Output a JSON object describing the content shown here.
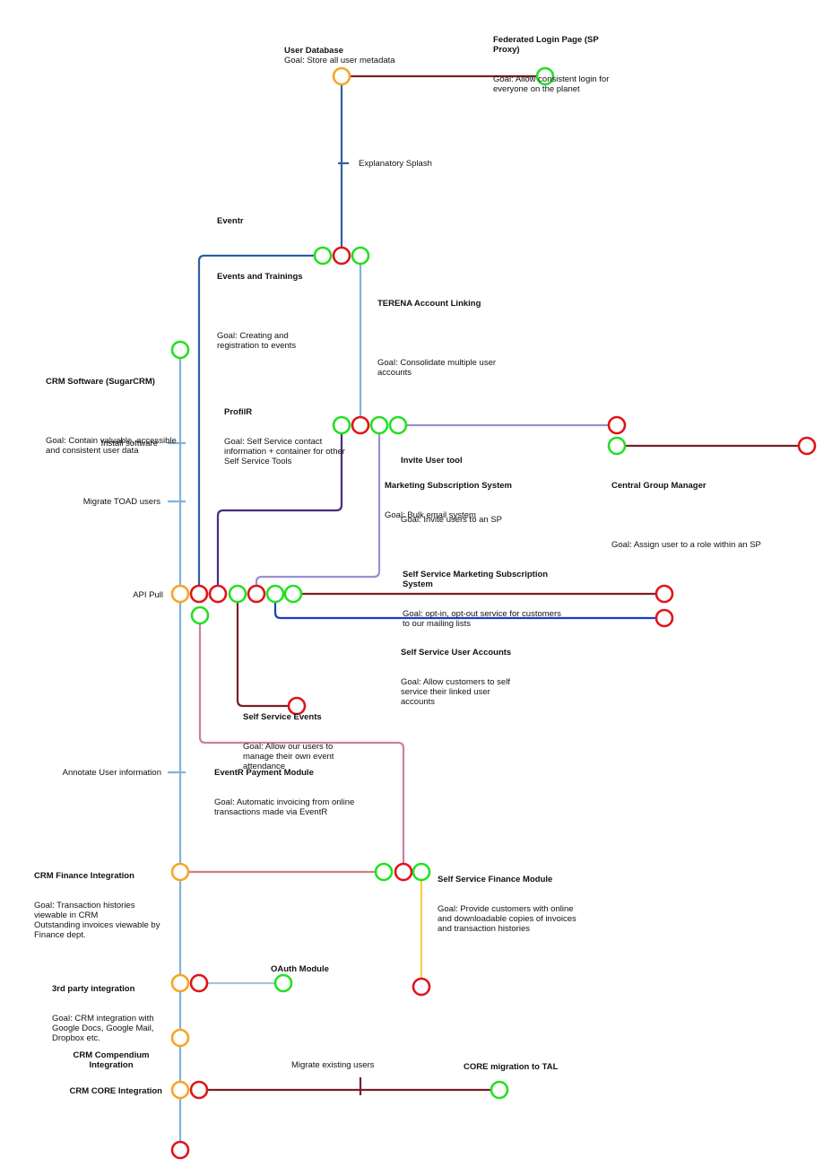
{
  "colors": {
    "hub": "#f5a623",
    "done": "#22e022",
    "todo": "#e0131a",
    "main_line": "#7fb2dc",
    "dark_blue": "#2f5f9e",
    "maroon": "#7a1e2a",
    "purple_dark": "#4b2a82",
    "purple_light": "#9c8fd0",
    "blue": "#1c3cc8",
    "pink": "#cf7f9c",
    "rose": "#d08080",
    "yellow": "#f7cd45",
    "grey_blue": "#a8c4cc"
  },
  "nodes": {
    "user_database": {
      "title": "User Database",
      "goal": "Goal: Store all user metadata"
    },
    "federated_login": {
      "title": "Federated Login Page (SP\nProxy)",
      "goal": "Goal: Allow consistent login for\neveryone on the planet"
    },
    "explanatory_splash": {
      "label": "Explanatory Splash"
    },
    "eventr": {
      "title": "Eventr"
    },
    "events_trainings": {
      "title": "Events and Trainings",
      "goal": "Goal: Creating and\nregistration to events"
    },
    "terena": {
      "title": "TERENA Account Linking",
      "goal": "Goal: Consolidate multiple user\naccounts"
    },
    "crm_software": {
      "title": "CRM Software (SugarCRM)",
      "goal": "Goal: Contain valuable, accessible\nand consistent user data"
    },
    "profilr": {
      "title": "ProfilR",
      "goal": "Goal: Self Service contact\ninformation + container for other\nSelf Service Tools"
    },
    "invite_user": {
      "title": "Invite User tool",
      "goal": "Goal: Invite users to an SP"
    },
    "marketing_sub": {
      "title": "Marketing Subscription System",
      "goal": "Goal: Bulk email system"
    },
    "central_group": {
      "title": "Central Group Manager",
      "goal": "Goal: Assign user to a role within an SP"
    },
    "install_software": {
      "label": "Install software"
    },
    "migrate_toad": {
      "label": "Migrate TOAD users"
    },
    "ss_marketing": {
      "title": "Self Service Marketing Subscription\nSystem",
      "goal": "Goal: opt-in, opt-out service for customers\nto our mailing lists"
    },
    "api_pull": {
      "label": "API Pull"
    },
    "ss_user_accounts": {
      "title": "Self Service User Accounts",
      "goal": "Goal: Allow customers to self\nservice their linked user\naccounts"
    },
    "ss_events": {
      "title": "Self Service Events",
      "goal": "Goal: Allow our users to\nmanage their own event\nattendance"
    },
    "eventr_payment": {
      "title": "EventR Payment Module",
      "goal": "Goal: Automatic invoicing from online\ntransactions made via EventR"
    },
    "annotate_user": {
      "label": "Annotate User information"
    },
    "crm_finance": {
      "title": "CRM Finance Integration",
      "goal": "Goal: Transaction histories\nviewable in CRM\nOutstanding invoices viewable by\nFinance dept."
    },
    "ss_finance": {
      "title": "Self Service Finance Module",
      "goal": "Goal: Provide customers with online\nand downloadable copies of invoices\nand transaction histories"
    },
    "third_party": {
      "title": "3rd party integration",
      "goal": "Goal: CRM integration with\nGoogle Docs, Google Mail,\nDropbox etc."
    },
    "oauth": {
      "title": "OAuth Module"
    },
    "crm_compendium": {
      "title": "CRM Compendium\nIntegration"
    },
    "migrate_existing": {
      "label": "Migrate existing users"
    },
    "crm_core": {
      "title": "CRM CORE Integration"
    },
    "core_migration": {
      "title": "CORE migration to TAL"
    }
  }
}
